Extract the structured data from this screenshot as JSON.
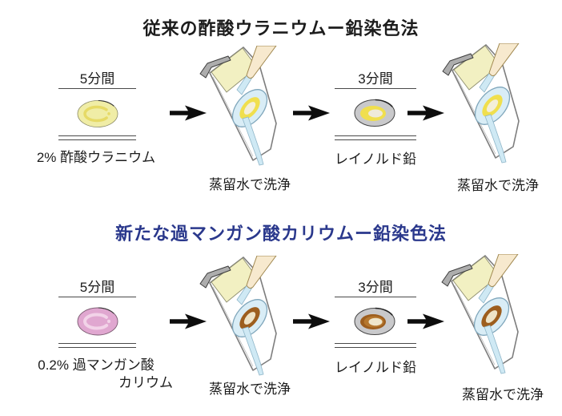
{
  "figure": {
    "title_conventional": "従来の酢酸ウラニウムー鉛染色法",
    "title_new": "新たな過マンガン酸カリウムー鉛染色法",
    "rows": {
      "conventional": {
        "stain1": {
          "duration": "5分間",
          "reagent": "2% 酢酸ウラニウム"
        },
        "wash1": {
          "caption": "蒸留水で洗浄"
        },
        "stain2": {
          "duration": "3分間",
          "reagent": "レイノルド鉛"
        },
        "wash2": {
          "caption": "蒸留水で洗浄"
        }
      },
      "new": {
        "stain1": {
          "duration": "5分間",
          "reagent_line1": "0.2% 過マンガン酸",
          "reagent_line2": "カリウム"
        },
        "wash1": {
          "caption": "蒸留水で洗浄"
        },
        "stain2": {
          "duration": "3分間",
          "reagent": "レイノルド鉛"
        },
        "wash2": {
          "caption": "蒸留水で洗浄"
        }
      }
    },
    "colors": {
      "title_new_blue": "#2A388C",
      "uranyl_acetate_yellow": "#F0EDA6",
      "permanganate_pink": "#E0A7D0",
      "lead_grid_gray": "#C9C9CB",
      "lead_stain_yellow": "#F0DF4E",
      "permanganate_stain_brown": "#9D5E1E",
      "wash_water_blue": "#D9EDF6",
      "parafilm_pad_yellow": "#F2F0C2"
    }
  }
}
